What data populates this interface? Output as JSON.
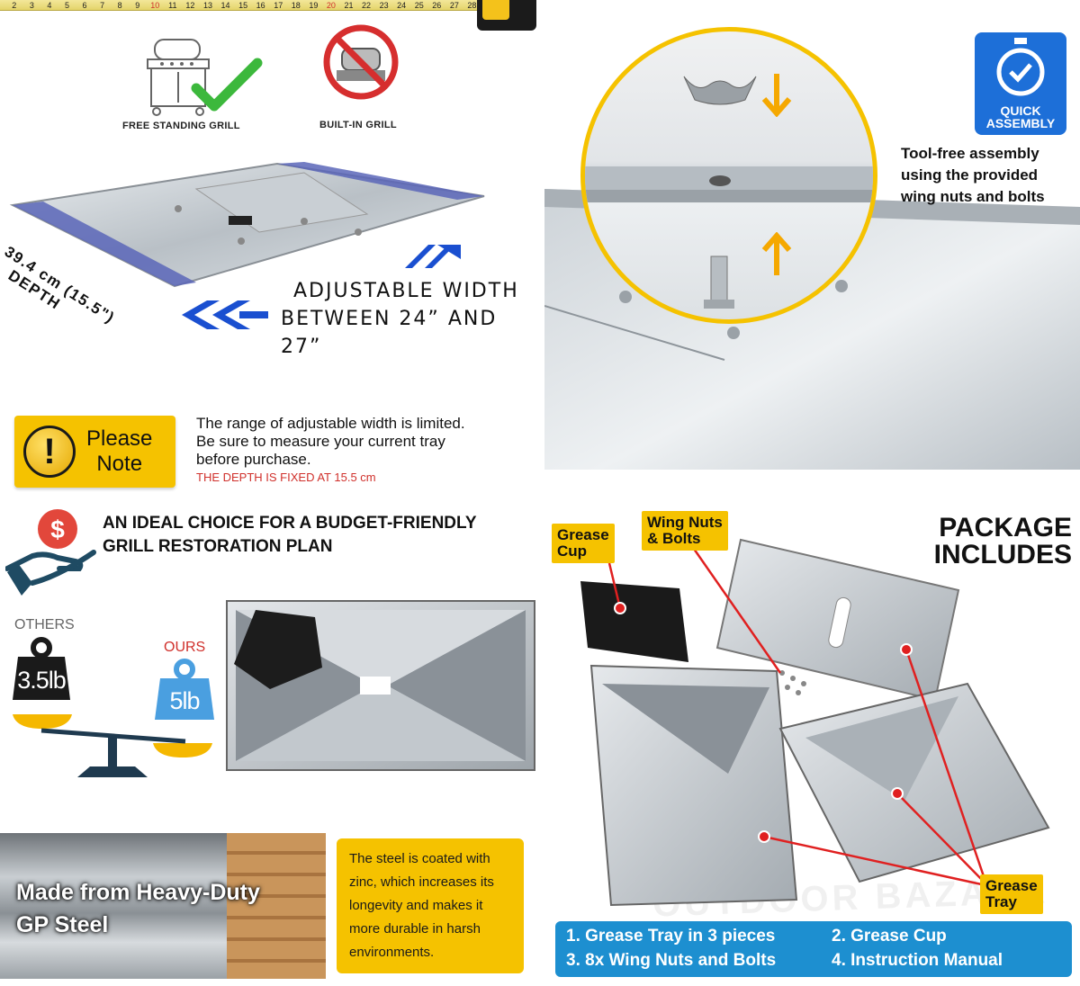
{
  "ruler": {
    "ticks": [
      "2",
      "3",
      "4",
      "5",
      "6",
      "7",
      "8",
      "9",
      "10",
      "11",
      "12",
      "13",
      "14",
      "15",
      "16",
      "17",
      "18",
      "19",
      "20",
      "21",
      "22",
      "23",
      "24",
      "25",
      "26",
      "27",
      "28"
    ]
  },
  "panel_width": {
    "free_standing_label": "FREE STANDING GRILL",
    "built_in_label": "BUILT-IN GRILL",
    "depth_line1": "39.4 cm (15.5\")",
    "depth_line2": "DEPTH",
    "width_line1": "ADJUSTABLE WIDTH",
    "width_line2": "BETWEEN 24” AND 27”"
  },
  "panel_assembly": {
    "badge_line1": "QUICK",
    "badge_line2": "ASSEMBLY",
    "text_line1": "Tool-free assembly",
    "text_line2": "using the provided",
    "text_line3": "wing nuts and bolts"
  },
  "note": {
    "label_line1": "Please",
    "label_line2": "Note",
    "text_line1": "The range of adjustable width is limited.",
    "text_line2": "Be sure to measure your current tray",
    "text_line3": "before purchase.",
    "depth_note": "THE DEPTH IS FIXED AT 15.5 cm"
  },
  "budget": {
    "headline_line1": "AN IDEAL CHOICE FOR A BUDGET-FRIENDLY",
    "headline_line2": "GRILL RESTORATION PLAN",
    "others_label": "OTHERS",
    "others_weight": "3.5lb",
    "ours_label": "OURS",
    "ours_weight": "5lb"
  },
  "steel": {
    "title_line1": "Made from Heavy-Duty",
    "title_line2": "GP Steel",
    "desc_line1": "The steel is coated with",
    "desc_line2": "zinc, which increases its",
    "desc_line3": "longevity and makes it",
    "desc_line4": "more durable in harsh",
    "desc_line5": "environments."
  },
  "package": {
    "title_line1": "PACKAGE",
    "title_line2": "INCLUDES",
    "label_cup_line1": "Grease",
    "label_cup_line2": "Cup",
    "label_nuts_line1": "Wing Nuts",
    "label_nuts_line2": "& Bolts",
    "label_tray_line1": "Grease",
    "label_tray_line2": "Tray",
    "items": [
      "1. Grease Tray in 3 pieces",
      "2. Grease Cup",
      "3. 8x Wing Nuts and Bolts",
      "4. Instruction Manual"
    ],
    "watermark": "OUTDOOR BAZAAR"
  },
  "colors": {
    "accent_yellow": "#f5c200",
    "accent_blue": "#1d8fd0",
    "badge_blue": "#1d6fd8",
    "check_green": "#3cb83c",
    "prohibit_red": "#d62e2e",
    "note_red": "#d0302b"
  },
  "icons": [
    "grill-icon",
    "checkmark-icon",
    "prohibited-icon",
    "arrow-right-icon",
    "arrow-left-icon",
    "stopwatch-icon",
    "arrow-down-icon",
    "arrow-up-icon",
    "exclamation-icon",
    "dollar-hand-icon",
    "weight-icon",
    "scale-icon"
  ]
}
